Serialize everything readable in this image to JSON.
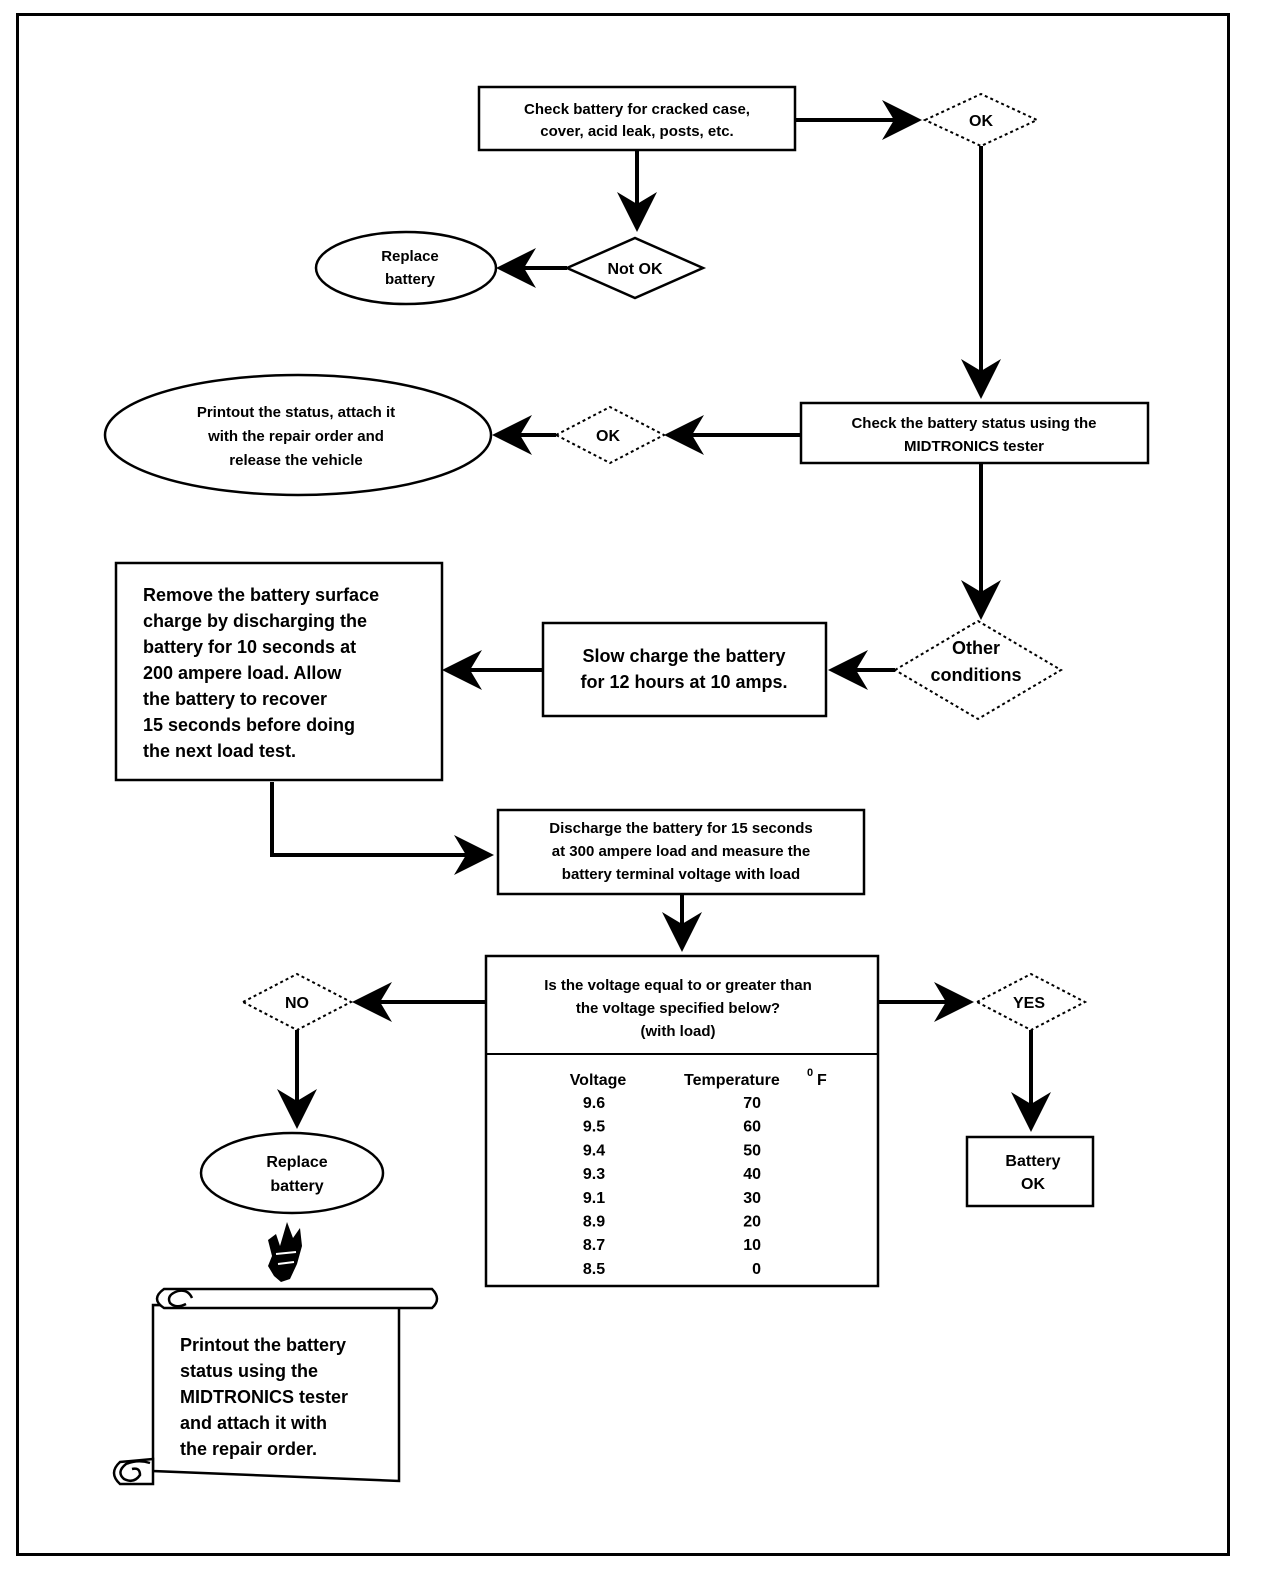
{
  "boxes": {
    "check_case": [
      "Check battery for cracked case,",
      "cover, acid leak, posts, etc."
    ],
    "check_status": [
      "Check the battery status using the",
      "MIDTRONICS tester"
    ],
    "remove_surface": [
      "Remove the battery surface",
      "charge by discharging the",
      "battery for 10 seconds at",
      "200 ampere load. Allow",
      "the battery to recover",
      "15 seconds before doing",
      "the next load test."
    ],
    "slow_charge": [
      "Slow charge the battery",
      "for 12 hours at 10 amps."
    ],
    "discharge": [
      "Discharge the battery for 15 seconds",
      "at 300 ampere load and measure the",
      "battery terminal voltage with load"
    ],
    "voltage_question": [
      "Is the voltage equal to or greater than",
      "the voltage specified below?",
      "(with load)"
    ],
    "battery_ok": [
      "Battery",
      "OK"
    ]
  },
  "decisions": {
    "ok_top": "OK",
    "not_ok": "Not OK",
    "ok_mid": "OK",
    "other_conditions": [
      "Other",
      "conditions"
    ],
    "no": "NO",
    "yes": "YES"
  },
  "ovals": {
    "replace_top": [
      "Replace",
      "battery"
    ],
    "printout_status": [
      "Printout the status, attach it",
      "with the repair order and",
      "release the vehicle"
    ],
    "replace_bottom": [
      "Replace",
      "battery"
    ]
  },
  "scroll": [
    "Printout the battery",
    "status using the",
    "MIDTRONICS tester",
    "and attach it with",
    "the repair order."
  ],
  "voltage_table": {
    "header_voltage": "Voltage",
    "header_temperature": "Temperature",
    "header_unit_sup": "0",
    "header_unit": "F",
    "rows": [
      {
        "voltage": "9.6",
        "temperature": "70"
      },
      {
        "voltage": "9.5",
        "temperature": "60"
      },
      {
        "voltage": "9.4",
        "temperature": "50"
      },
      {
        "voltage": "9.3",
        "temperature": "40"
      },
      {
        "voltage": "9.1",
        "temperature": "30"
      },
      {
        "voltage": "8.9",
        "temperature": "20"
      },
      {
        "voltage": "8.7",
        "temperature": "10"
      },
      {
        "voltage": "8.5",
        "temperature": "0"
      }
    ]
  },
  "icons": {
    "pointer": "pointing-hand-icon"
  }
}
